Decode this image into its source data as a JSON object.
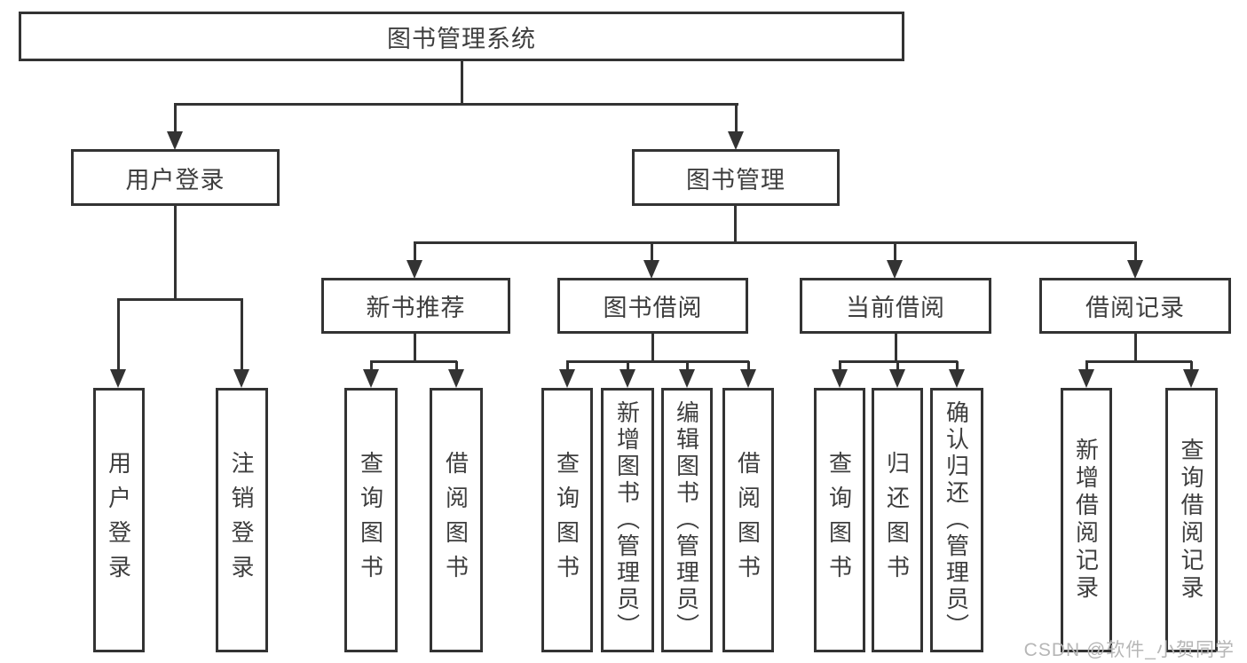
{
  "diagram": {
    "root": {
      "label": "图书管理系统"
    },
    "level2": [
      {
        "label": "用户登录"
      },
      {
        "label": "图书管理"
      }
    ],
    "level3": [
      {
        "label": "新书推荐"
      },
      {
        "label": "图书借阅"
      },
      {
        "label": "当前借阅"
      },
      {
        "label": "借阅记录"
      }
    ],
    "leaves": {
      "user": [
        "用户登录",
        "注销登录"
      ],
      "newbook": [
        "查询图书",
        "借阅图书"
      ],
      "borrow": [
        "查询图书",
        "新增图书（管理员）",
        "编辑图书（管理员）",
        "借阅图书"
      ],
      "current": [
        "查询图书",
        "归还图书",
        "确认归还（管理员）"
      ],
      "records": [
        "新增借阅记录",
        "查询借阅记录"
      ]
    },
    "colors": {
      "line": "#333333",
      "text": "#3e3e3e",
      "background": "#ffffff",
      "watermark": "#b6b6b6"
    }
  },
  "watermark": {
    "text": "CSDN @软件_小贺同学"
  }
}
